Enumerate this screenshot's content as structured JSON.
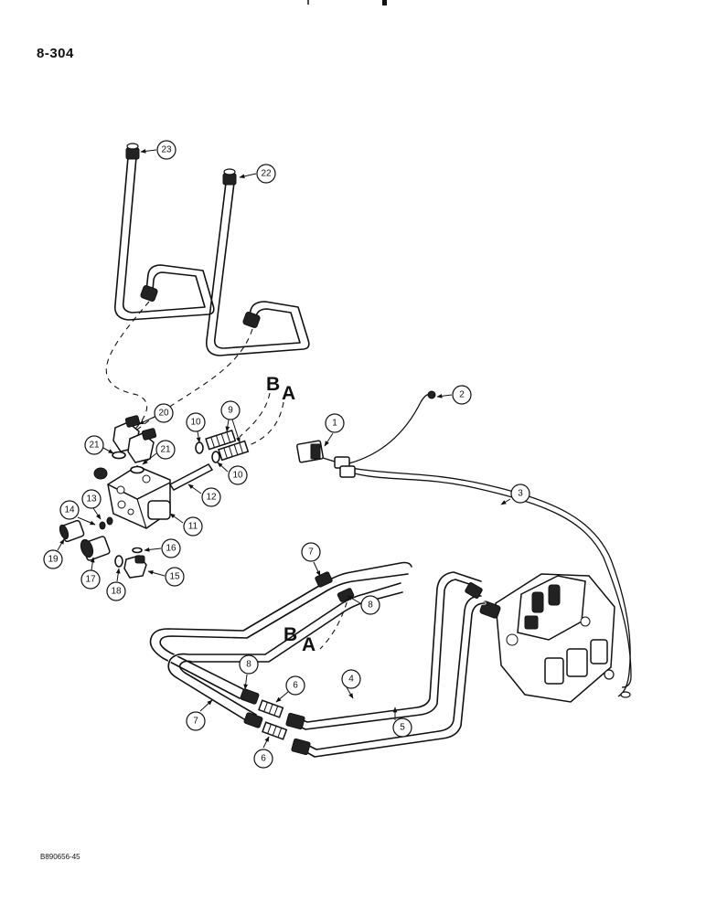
{
  "page": {
    "number": "8-304",
    "figure_code": "B890656-45"
  },
  "port_labels": [
    "B",
    "A",
    "B",
    "A"
  ],
  "callouts": [
    "1",
    "2",
    "3",
    "4",
    "5",
    "6",
    "6",
    "7",
    "7",
    "8",
    "8",
    "9",
    "10",
    "10",
    "11",
    "12",
    "13",
    "14",
    "15",
    "16",
    "17",
    "18",
    "19",
    "20",
    "21",
    "21",
    "22",
    "23"
  ]
}
